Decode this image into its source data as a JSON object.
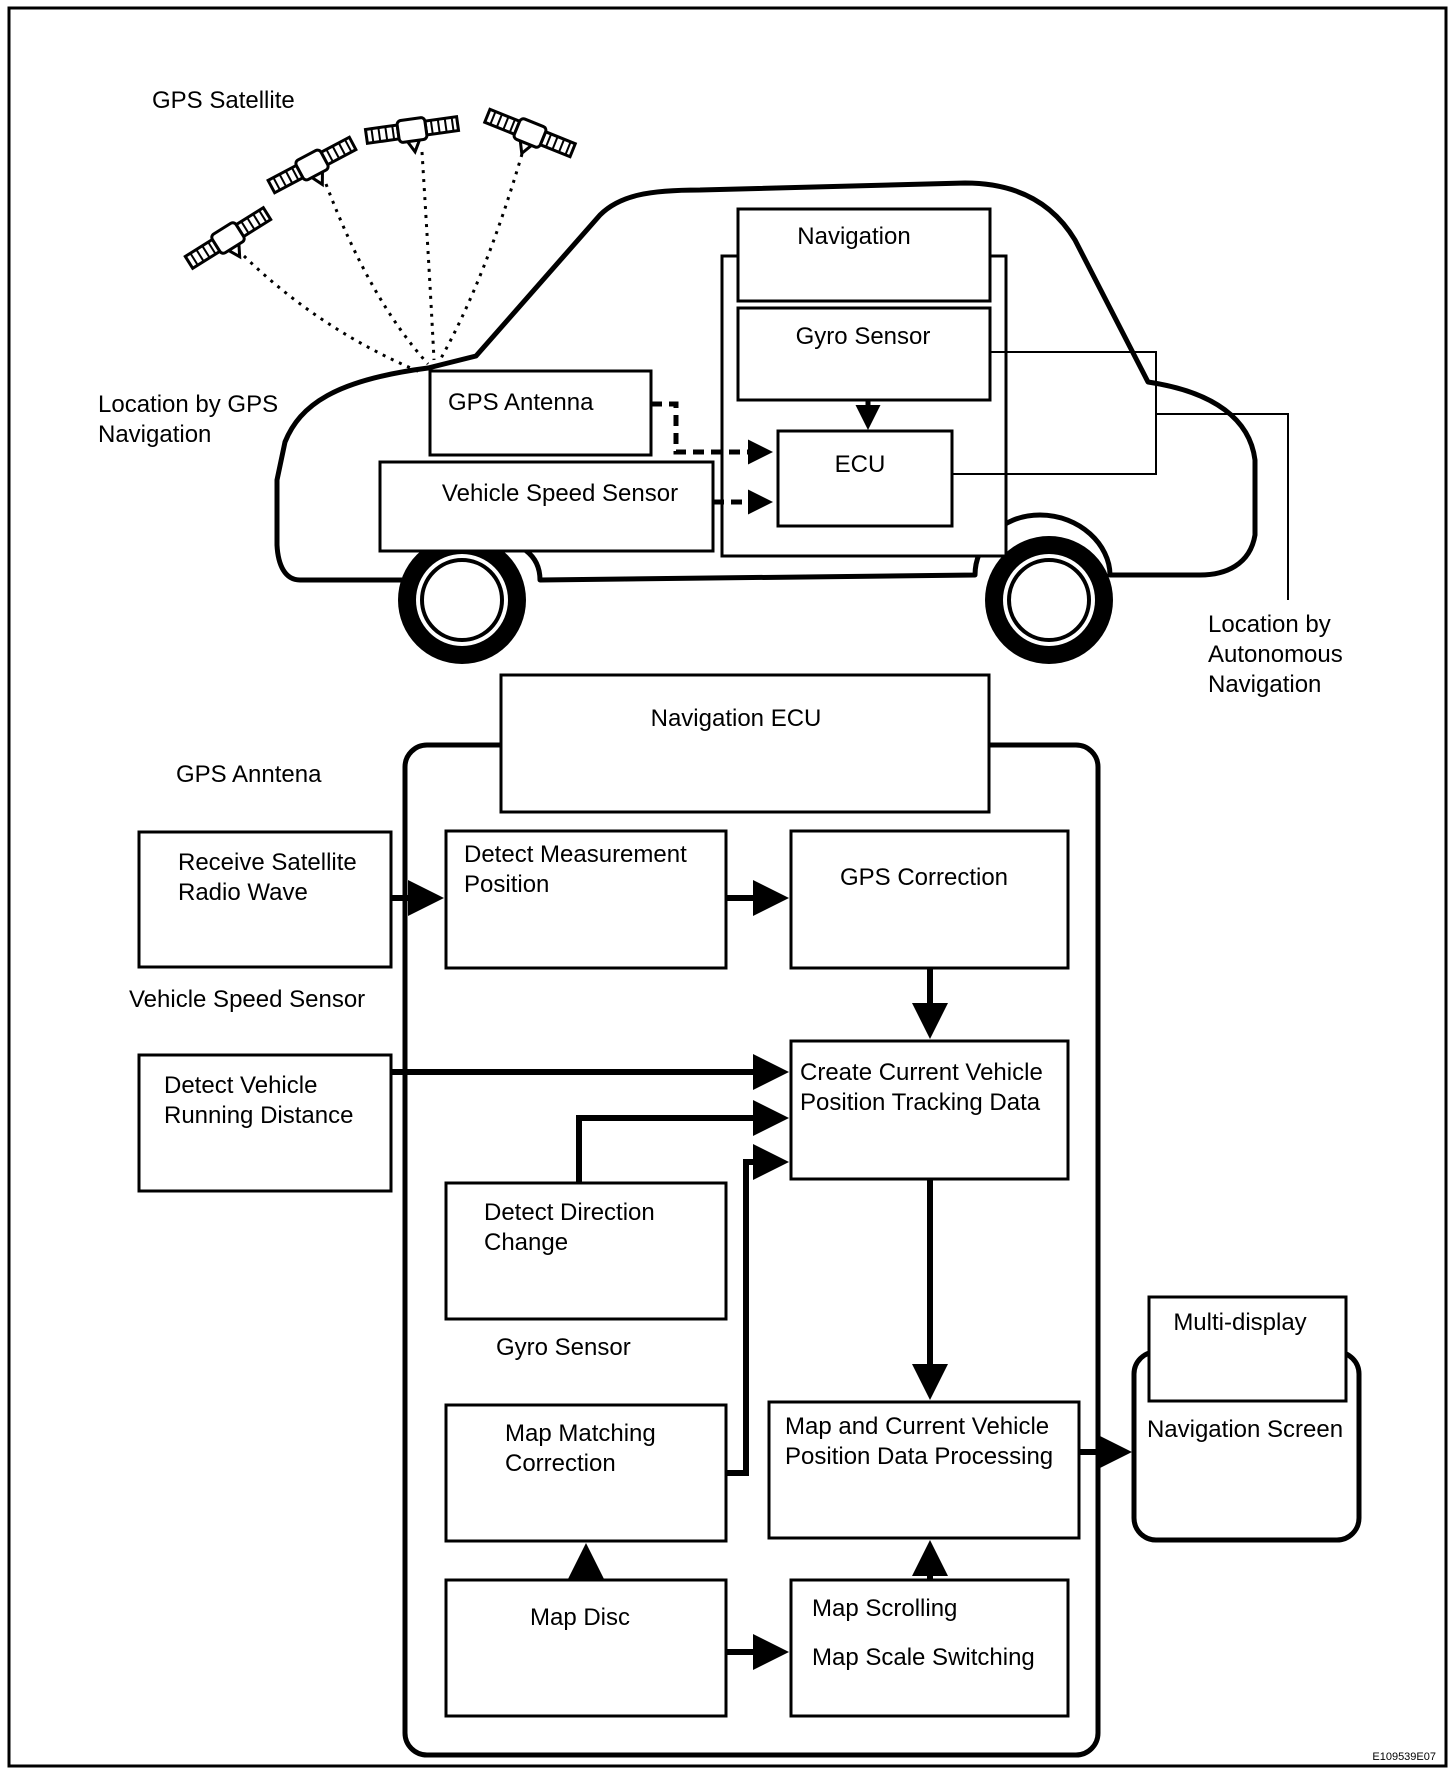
{
  "top": {
    "gps_satellite": "GPS Satellite",
    "location_gps": [
      "Location by GPS",
      "Navigation"
    ],
    "navigation": "Navigation",
    "gyro_sensor": "Gyro Sensor",
    "gps_antenna": "GPS Antenna",
    "ecu": "ECU",
    "vehicle_speed_sensor": "Vehicle Speed Sensor",
    "location_autonomous": [
      "Location by",
      "Autonomous",
      "Navigation"
    ]
  },
  "bottom": {
    "navigation_ecu": "Navigation ECU",
    "gps_antenna_label": "GPS Anntena",
    "receive_satellite": [
      "Receive Satellite",
      "Radio Wave"
    ],
    "detect_measurement": [
      "Detect Measurement",
      "Position"
    ],
    "gps_correction": "GPS Correction",
    "vehicle_speed_sensor_label": "Vehicle Speed Sensor",
    "detect_vehicle_running": [
      "Detect Vehicle",
      "Running Distance"
    ],
    "create_tracking": [
      "Create Current Vehicle",
      "Position Tracking Data"
    ],
    "detect_direction": [
      "Detect Direction",
      "Change"
    ],
    "gyro_sensor_label": "Gyro Sensor",
    "map_matching": [
      "Map Matching",
      "Correction"
    ],
    "map_processing": [
      "Map and Current Vehicle",
      "Position Data Processing"
    ],
    "multi_display": "Multi-display",
    "navigation_screen": "Navigation Screen",
    "map_disc": "Map Disc",
    "map_scrolling": "Map Scrolling",
    "map_scale": "Map Scale Switching"
  },
  "figure_code": "E109539E07"
}
